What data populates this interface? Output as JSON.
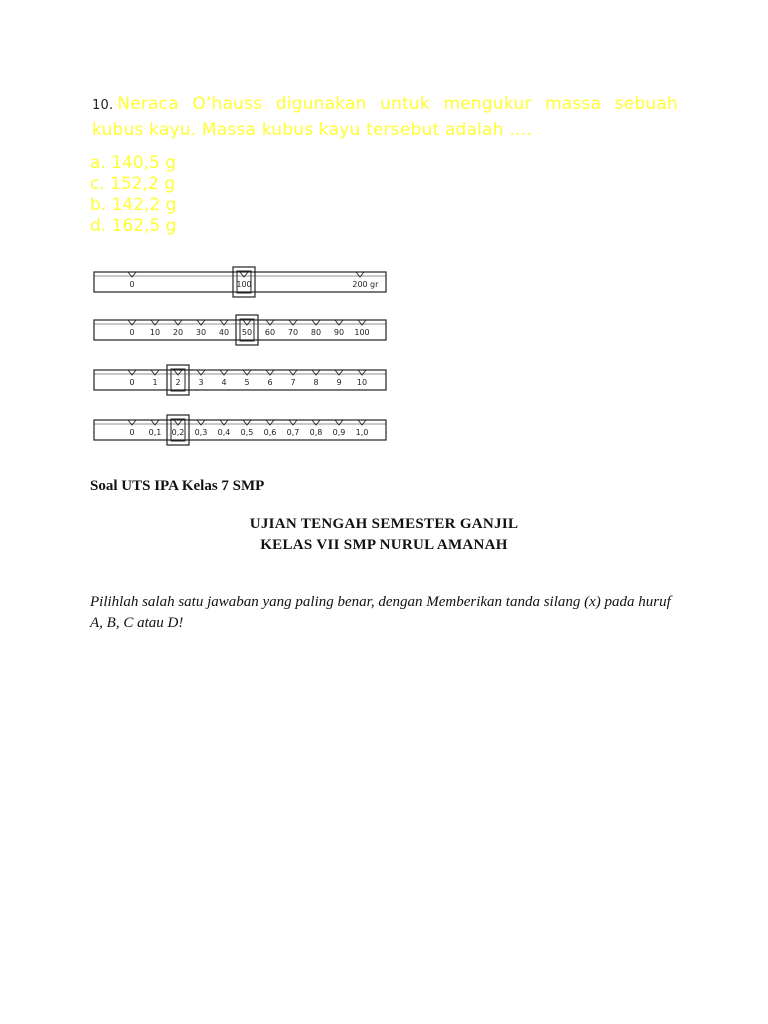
{
  "question": {
    "number": "10.",
    "text": "Neraca O’hauss digunakan untuk mengukur massa sebuah kubus kayu. Massa kubus kayu tersebut adalah …."
  },
  "options": [
    "a. 140,5 g",
    "c. 152,2 g",
    "b. 142,2 g",
    "d. 162,5 g"
  ],
  "beams": [
    {
      "labels": [
        "0",
        "100",
        "200"
      ],
      "suffix": "gr",
      "rider": "100"
    },
    {
      "labels": [
        "0",
        "10",
        "20",
        "30",
        "40",
        "50",
        "60",
        "70",
        "80",
        "90",
        "100"
      ],
      "rider": "50"
    },
    {
      "labels": [
        "0",
        "1",
        "2",
        "3",
        "4",
        "5",
        "6",
        "7",
        "8",
        "9",
        "10"
      ],
      "rider": "2"
    },
    {
      "labels": [
        "0",
        "0,1",
        "0,2",
        "0,3",
        "0,4",
        "0,5",
        "0,6",
        "0,7",
        "0,8",
        "0,9",
        "1,0"
      ],
      "rider": "0,2"
    }
  ],
  "caption": "Soal UTS IPA Kelas 7 SMP",
  "title_line1": "UJIAN TENGAH SEMESTER GANJIL",
  "title_line2": "KELAS VII SMP NURUL AMANAH",
  "instruction": "Pilihlah salah satu jawaban yang paling benar, dengan Memberikan tanda silang (x) pada huruf A, B, C atau D!",
  "colors": {
    "question_text": "#ffff33",
    "body_text": "#111111"
  }
}
